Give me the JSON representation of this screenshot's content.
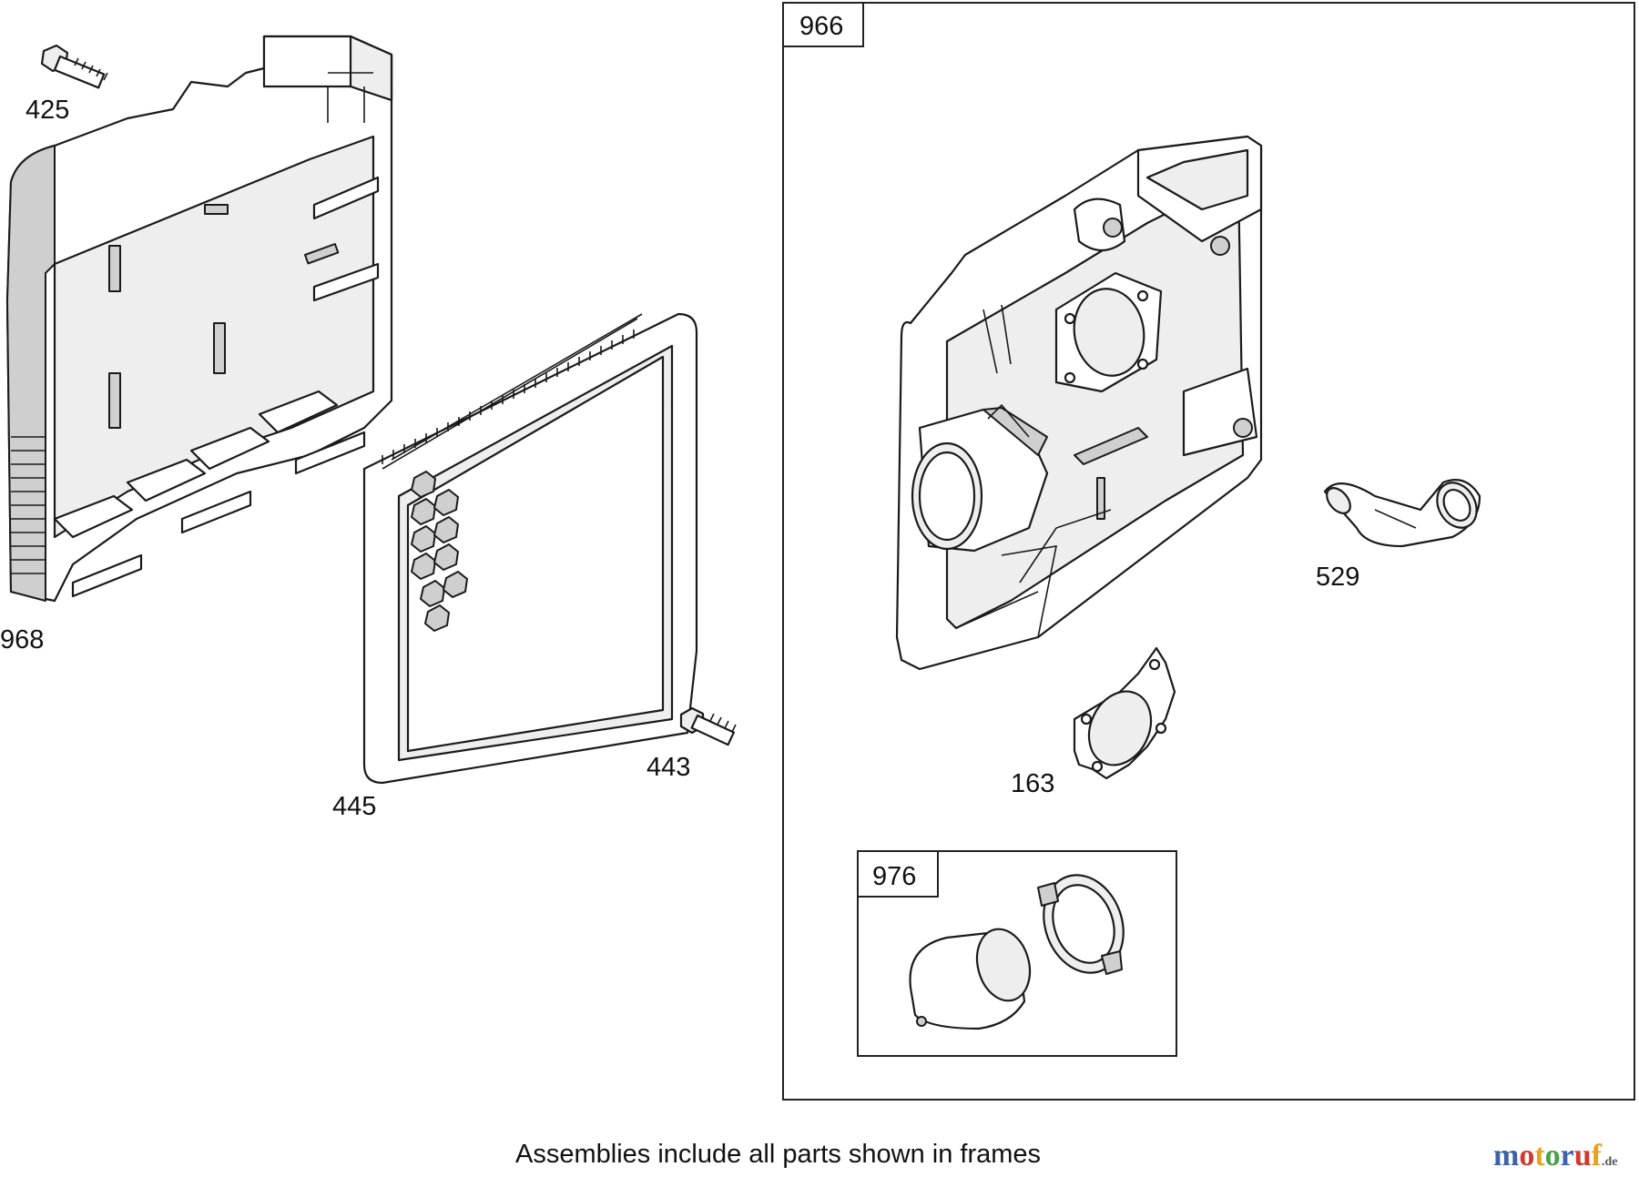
{
  "parts": {
    "p425": "425",
    "p968": "968",
    "p445": "445",
    "p443": "443",
    "p966": "966",
    "p529": "529",
    "p163": "163",
    "p976": "976"
  },
  "footer": {
    "note": "Assemblies include all parts shown in frames"
  },
  "brand": {
    "logo_main": "motoruf",
    "logo_suffix": ".de",
    "colors": {
      "m": "#3d62a8",
      "o1": "#d23a2f",
      "t": "#e8a21c",
      "o2": "#4aa34a",
      "r": "#3d62a8",
      "u": "#d23a2f",
      "f": "#e8a21c",
      "suffix": "#555555"
    }
  }
}
